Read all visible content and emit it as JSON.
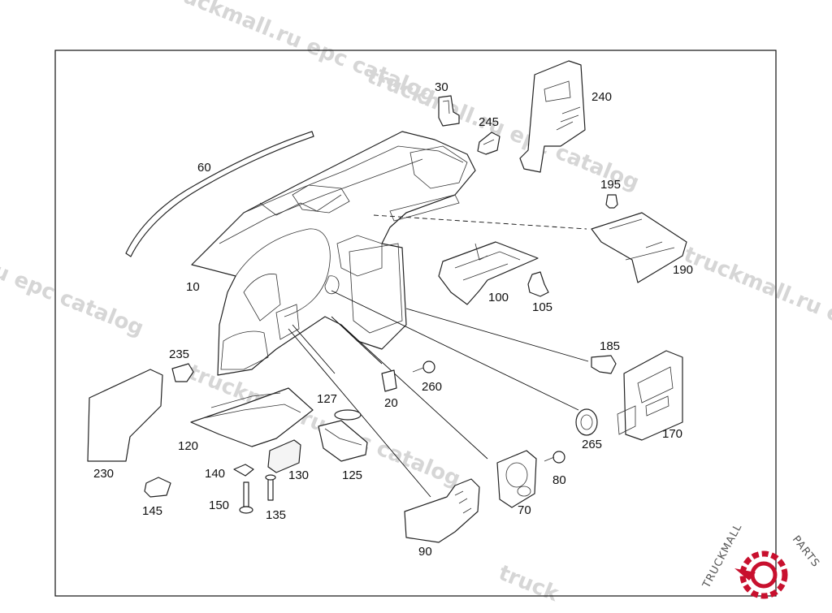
{
  "watermark": {
    "text_top": "truckmall.ru epc catalog",
    "text_mid": "truckmall.ru epc catalog",
    "text_right": "truckmall.ru e",
    "text_left": "u epc catalog",
    "text_bottom": "truckmall.ru epc catalog",
    "text_bottom2": "truck"
  },
  "logo": {
    "text": "TRUCKMALLPARTS",
    "part1": "TRUCKMALL",
    "part2": "PARTS",
    "accent_color": "#c8102e"
  },
  "labels": {
    "p10": "10",
    "p20": "20",
    "p30": "30",
    "p60": "60",
    "p70": "70",
    "p80": "80",
    "p90": "90",
    "p100": "100",
    "p105": "105",
    "p120": "120",
    "p125": "125",
    "p127": "127",
    "p130": "130",
    "p135": "135",
    "p140": "140",
    "p145": "145",
    "p150": "150",
    "p170": "170",
    "p185": "185",
    "p190": "190",
    "p195": "195",
    "p230": "230",
    "p235": "235",
    "p240": "240",
    "p245": "245",
    "p260": "260",
    "p265": "265"
  }
}
